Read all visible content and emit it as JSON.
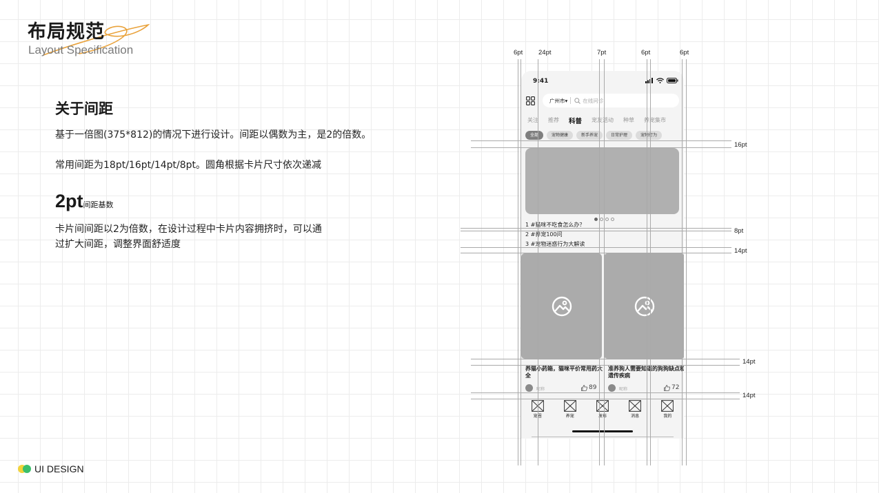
{
  "header": {
    "title": "布局规范",
    "subtitle": "Layout Specification"
  },
  "section": {
    "title": "关于间距",
    "para1": "基于一倍图(375*812)的情况下进行设计。间距以偶数为主，是2的倍数。",
    "para2": "常用间距为18pt/16pt/14pt/8pt。圆角根据卡片尺寸依次递减",
    "base_value": "2pt",
    "base_label": "间距基数",
    "para3": "卡片间间距以2为倍数，在设计过程中卡片内容拥挤时，可以通过扩大间距，调整界面舒适度"
  },
  "brand": "UI DESIGN",
  "colors": {
    "accent_orange": "#e9a23b",
    "brand_yellow": "#f2d33a",
    "brand_green": "#3bbf6b"
  },
  "measures": {
    "top": [
      "6pt",
      "24pt",
      "7pt",
      "6pt",
      "6pt"
    ],
    "side": [
      "16pt",
      "8pt",
      "14pt",
      "14pt",
      "14pt"
    ]
  },
  "phone": {
    "time": "9:41",
    "city": "广州市▾",
    "search_placeholder": "在线问诊",
    "tabs": [
      "关注",
      "推荐",
      "科普",
      "宠友活动",
      "种草",
      "养宠集市"
    ],
    "active_tab": "科普",
    "chips": [
      "全部",
      "宠物健康",
      "新手养宠",
      "日常护理",
      "宠物行为"
    ],
    "active_chip": "全部",
    "ranking": [
      "1  #猫咪不吃食怎么办？",
      "2  #养宠100问",
      "3  #宠物迷惑行为大解读"
    ],
    "cards": [
      {
        "title": "养猫小药箱，猫咪平价常用药大全",
        "nick": "昵称",
        "likes": "89"
      },
      {
        "title": "准养狗人需要知道的狗狗缺点和遗传疾病",
        "nick": "昵称",
        "likes": "72"
      }
    ],
    "nav": [
      "宠圈",
      "养宠",
      "发布",
      "消息",
      "我的"
    ],
    "icons": [
      "grid-icon",
      "search-icon",
      "image-icon",
      "thumb-up-icon",
      "signal-icon",
      "wifi-icon",
      "battery-icon"
    ]
  }
}
